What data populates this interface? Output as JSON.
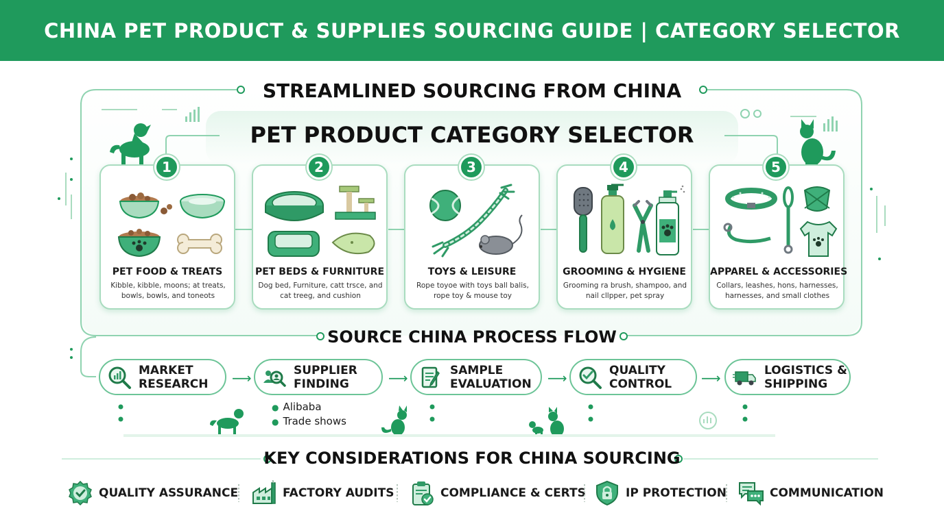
{
  "header": {
    "title": "CHINA PET PRODUCT & SUPPLIES SOURCING GUIDE | CATEGORY SELECTOR"
  },
  "titles": {
    "main": "STREAMLINED SOURCING FROM CHINA",
    "selector": "PET PRODUCT CATEGORY SELECTOR",
    "flow": "SOURCE CHINA PROCESS FLOW",
    "key": "KEY CONSIDERATIONS FOR CHINA SOURCING"
  },
  "colors": {
    "brand": "#1f9a5c",
    "light": "#a9dcbf",
    "mint": "#cfeedd"
  },
  "categories": [
    {
      "number": "1",
      "title": "PET FOOD & TREATS",
      "desc": "Kibble, kibble, moons; at treats, bowls, bowls, and toneots",
      "icons": [
        "food-bowl-icon",
        "empty-bowl-icon",
        "paw-bowl-icon",
        "bone-icon"
      ]
    },
    {
      "number": "2",
      "title": "PET BEDS & FURNITURE",
      "desc": "Dog bed, Furniture, catt trsce, and cat treeg, and cushion",
      "icons": [
        "round-bed-icon",
        "cat-tree-icon",
        "square-bed-icon",
        "cushion-icon"
      ]
    },
    {
      "number": "3",
      "title": "TOYS & LEISURE",
      "desc": "Rope toyoe with toys ball balis, rope toy & mouse toy",
      "icons": [
        "tennis-ball-icon",
        "rope-toy-icon",
        "mouse-toy-icon"
      ]
    },
    {
      "number": "4",
      "title": "GROOMING & HYGIENE",
      "desc": "Grooming ra brush, shampoo, and nail cllpper, pet spray",
      "icons": [
        "brush-icon",
        "shampoo-icon",
        "nail-clipper-icon",
        "spray-icon"
      ]
    },
    {
      "number": "5",
      "title": "APPAREL & ACCESSORIES",
      "desc": "Collars, leashes, hons, harnesses, harnesses, and small clothes",
      "icons": [
        "collar-icon",
        "leash-icon",
        "harness-icon",
        "clothes-icon"
      ]
    }
  ],
  "flow_steps": [
    {
      "line1": "MARKET",
      "line2": "RESEARCH",
      "icon": "magnifier-chart-icon"
    },
    {
      "line1": "SUPPLIER",
      "line2": "FINDING",
      "icon": "supplier-search-icon"
    },
    {
      "line1": "SAMPLE",
      "line2": "EVALUATION",
      "icon": "document-pen-icon"
    },
    {
      "line1": "QUALITY",
      "line2": "CONTROL",
      "icon": "check-magnifier-icon"
    },
    {
      "line1": "LOGISTICS &",
      "line2": "SHIPPING",
      "icon": "truck-icon"
    }
  ],
  "supplier_sources": [
    "Alibaba",
    "Trade shows"
  ],
  "considerations": [
    {
      "label": "QUALITY ASSURANCE",
      "icon": "quality-badge-icon"
    },
    {
      "label": "FACTORY AUDITS",
      "icon": "factory-icon"
    },
    {
      "label": "COMPLIANCE & CERTS",
      "icon": "clipboard-check-icon"
    },
    {
      "label": "IP PROTECTION",
      "icon": "shield-lock-icon"
    },
    {
      "label": "COMMUNICATION",
      "icon": "chat-bubbles-icon"
    }
  ]
}
